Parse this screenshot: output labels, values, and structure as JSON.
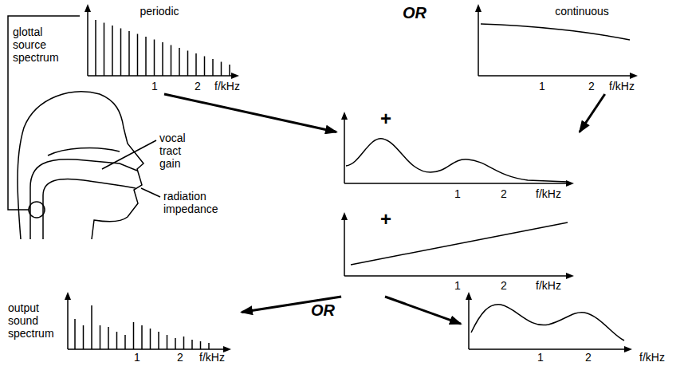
{
  "diagram": {
    "nodes": [
      {
        "text": [
          "periodic",
          "1",
          "2",
          "f/kHz"
        ]
      },
      {
        "text": [
          "continuous",
          "1",
          "2",
          "f/kHz"
        ]
      },
      {
        "text": [
          "+",
          "1",
          "2",
          "f/kHz"
        ]
      },
      {
        "text": [
          "+",
          "1",
          "2",
          "f/kHz"
        ]
      },
      {
        "text": [
          "1",
          "2",
          "f/kHz"
        ]
      },
      {
        "text": [
          "1",
          "2",
          "f/kHz"
        ]
      }
    ],
    "edges": [
      {
        "from": 0,
        "to": 2,
        "arrow": "to"
      },
      {
        "from": 1,
        "to": 2,
        "arrow": "to"
      },
      {
        "from": 3,
        "to": 4,
        "arrow": "to"
      },
      {
        "from": 3,
        "to": 5,
        "arrow": "to"
      }
    ],
    "labels": [
      "glottal source spectrum",
      "OR",
      "vocal tract gain",
      "radiation impedance",
      "output sound spectrum",
      "OR"
    ]
  }
}
